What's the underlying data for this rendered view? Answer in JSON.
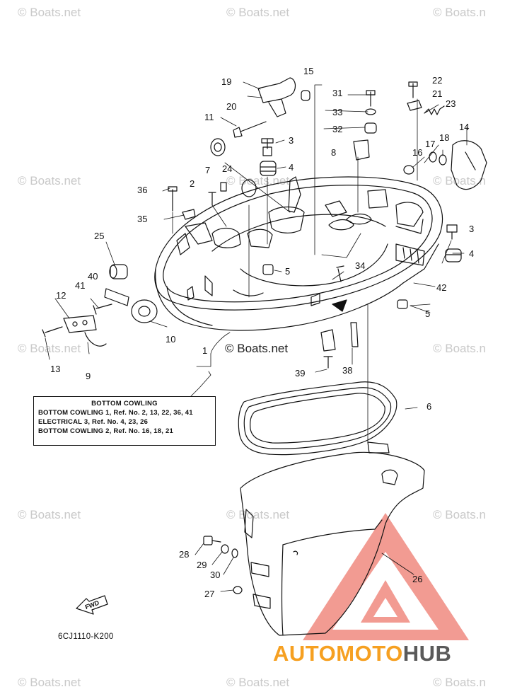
{
  "watermark_text": "© Boats.net",
  "watermarks_left": [
    "© Boats.net",
    "© Boats.net",
    "© Boats.net",
    "© Boats.net",
    "© Boats.net"
  ],
  "watermarks_mid": [
    "© Boats.net",
    "© Boats.net",
    "© Boats.net",
    "© Boats.net",
    "© Boats.net"
  ],
  "watermarks_right": [
    "© Boats.n",
    "© Boats.n",
    "© Boats.n",
    "© Boats.n",
    "© Boats.n"
  ],
  "center_watermark": "© Boats.net",
  "callouts": {
    "c1": "1",
    "c2": "2",
    "c3a": "3",
    "c3b": "3",
    "c4a": "4",
    "c4b": "4",
    "c5a": "5",
    "c5b": "5",
    "c6": "6",
    "c7": "7",
    "c8": "8",
    "c9": "9",
    "c10": "10",
    "c11": "11",
    "c12": "12",
    "c13": "13",
    "c14": "14",
    "c15": "15",
    "c16": "16",
    "c17": "17",
    "c18": "18",
    "c19": "19",
    "c20": "20",
    "c21": "21",
    "c22": "22",
    "c23": "23",
    "c24": "24",
    "c25": "25",
    "c26": "26",
    "c27": "27",
    "c28": "28",
    "c29": "29",
    "c30": "30",
    "c31": "31",
    "c32": "32",
    "c33": "33",
    "c34": "34",
    "c35": "35",
    "c36": "36",
    "c38": "38",
    "c39": "39",
    "c40": "40",
    "c41": "41",
    "c42": "42"
  },
  "legend": {
    "title": "BOTTOM COWLING",
    "rows": [
      "BOTTOM COWLING 1,  Ref. No. 2, 13, 22, 36, 41",
      "ELECTRICAL 3,  Ref. No. 4, 23, 26",
      "BOTTOM COWLING 2,  Ref. No. 16, 18, 21"
    ]
  },
  "fwd_label": "FWD",
  "diagram_code": "6CJ1110-K200",
  "brand": {
    "part1": "AUTOMOTO",
    "part2": "HUB"
  },
  "colors": {
    "brand_orange": "#f6a021",
    "brand_gray": "#5a5a5a",
    "logo_red": "#e8433c",
    "line": "#111111"
  }
}
